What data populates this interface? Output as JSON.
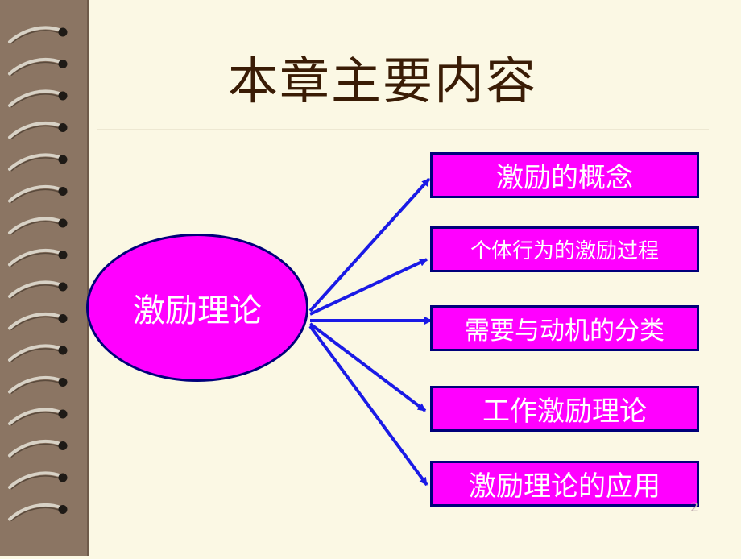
{
  "slide": {
    "title": "本章主要内容",
    "page_number": "2"
  },
  "diagram": {
    "hub_label": "激励理论",
    "nodes": [
      {
        "label": "激励的概念"
      },
      {
        "label": "个体行为的激励过程"
      },
      {
        "label": "需要与动机的分类"
      },
      {
        "label": "工作激励理论"
      },
      {
        "label": "激励理论的应用"
      }
    ]
  },
  "colors": {
    "background": "#fbf8e4",
    "binding": "#8b7563",
    "title": "#3a1c05",
    "box_fill": "#ff00ff",
    "box_border": "#00007a",
    "arrow": "#1a1ae6"
  }
}
